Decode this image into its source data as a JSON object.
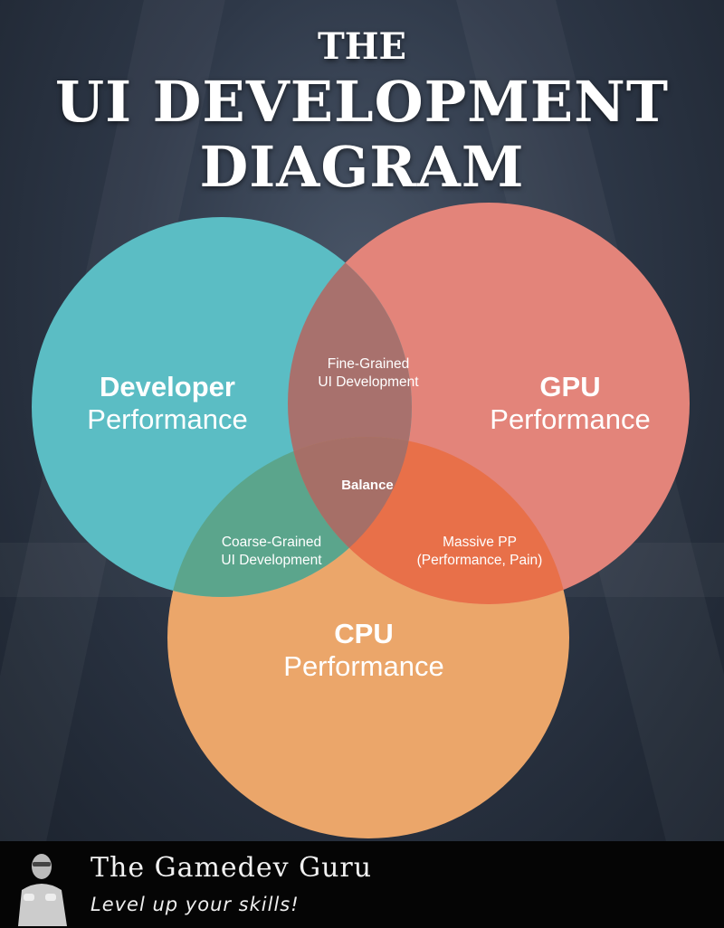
{
  "title": {
    "line1": "THE",
    "line2": "UI DEVELOPMENT",
    "line3": "DIAGRAM"
  },
  "circles": {
    "developer": {
      "bold": "Developer",
      "regular": "Performance",
      "color": "#5bbdc4"
    },
    "gpu": {
      "bold": "GPU",
      "regular": "Performance",
      "color": "#e3847a"
    },
    "cpu": {
      "bold": "CPU",
      "regular": "Performance",
      "color": "#eba66a"
    }
  },
  "overlaps": {
    "developer_gpu": {
      "line1": "Fine-Grained",
      "line2": "UI Development",
      "color": "#a8716d"
    },
    "developer_cpu": {
      "line1": "Coarse-Grained",
      "line2": "UI Development",
      "color": "#5ba58c"
    },
    "gpu_cpu": {
      "line1": "Massive PP",
      "line2": "(Performance, Pain)",
      "color": "#e87049"
    },
    "all": {
      "label": "Balance",
      "color": "#a66f67"
    }
  },
  "footer": {
    "brand": "The Gamedev Guru",
    "tagline": "Level up your skills!"
  }
}
